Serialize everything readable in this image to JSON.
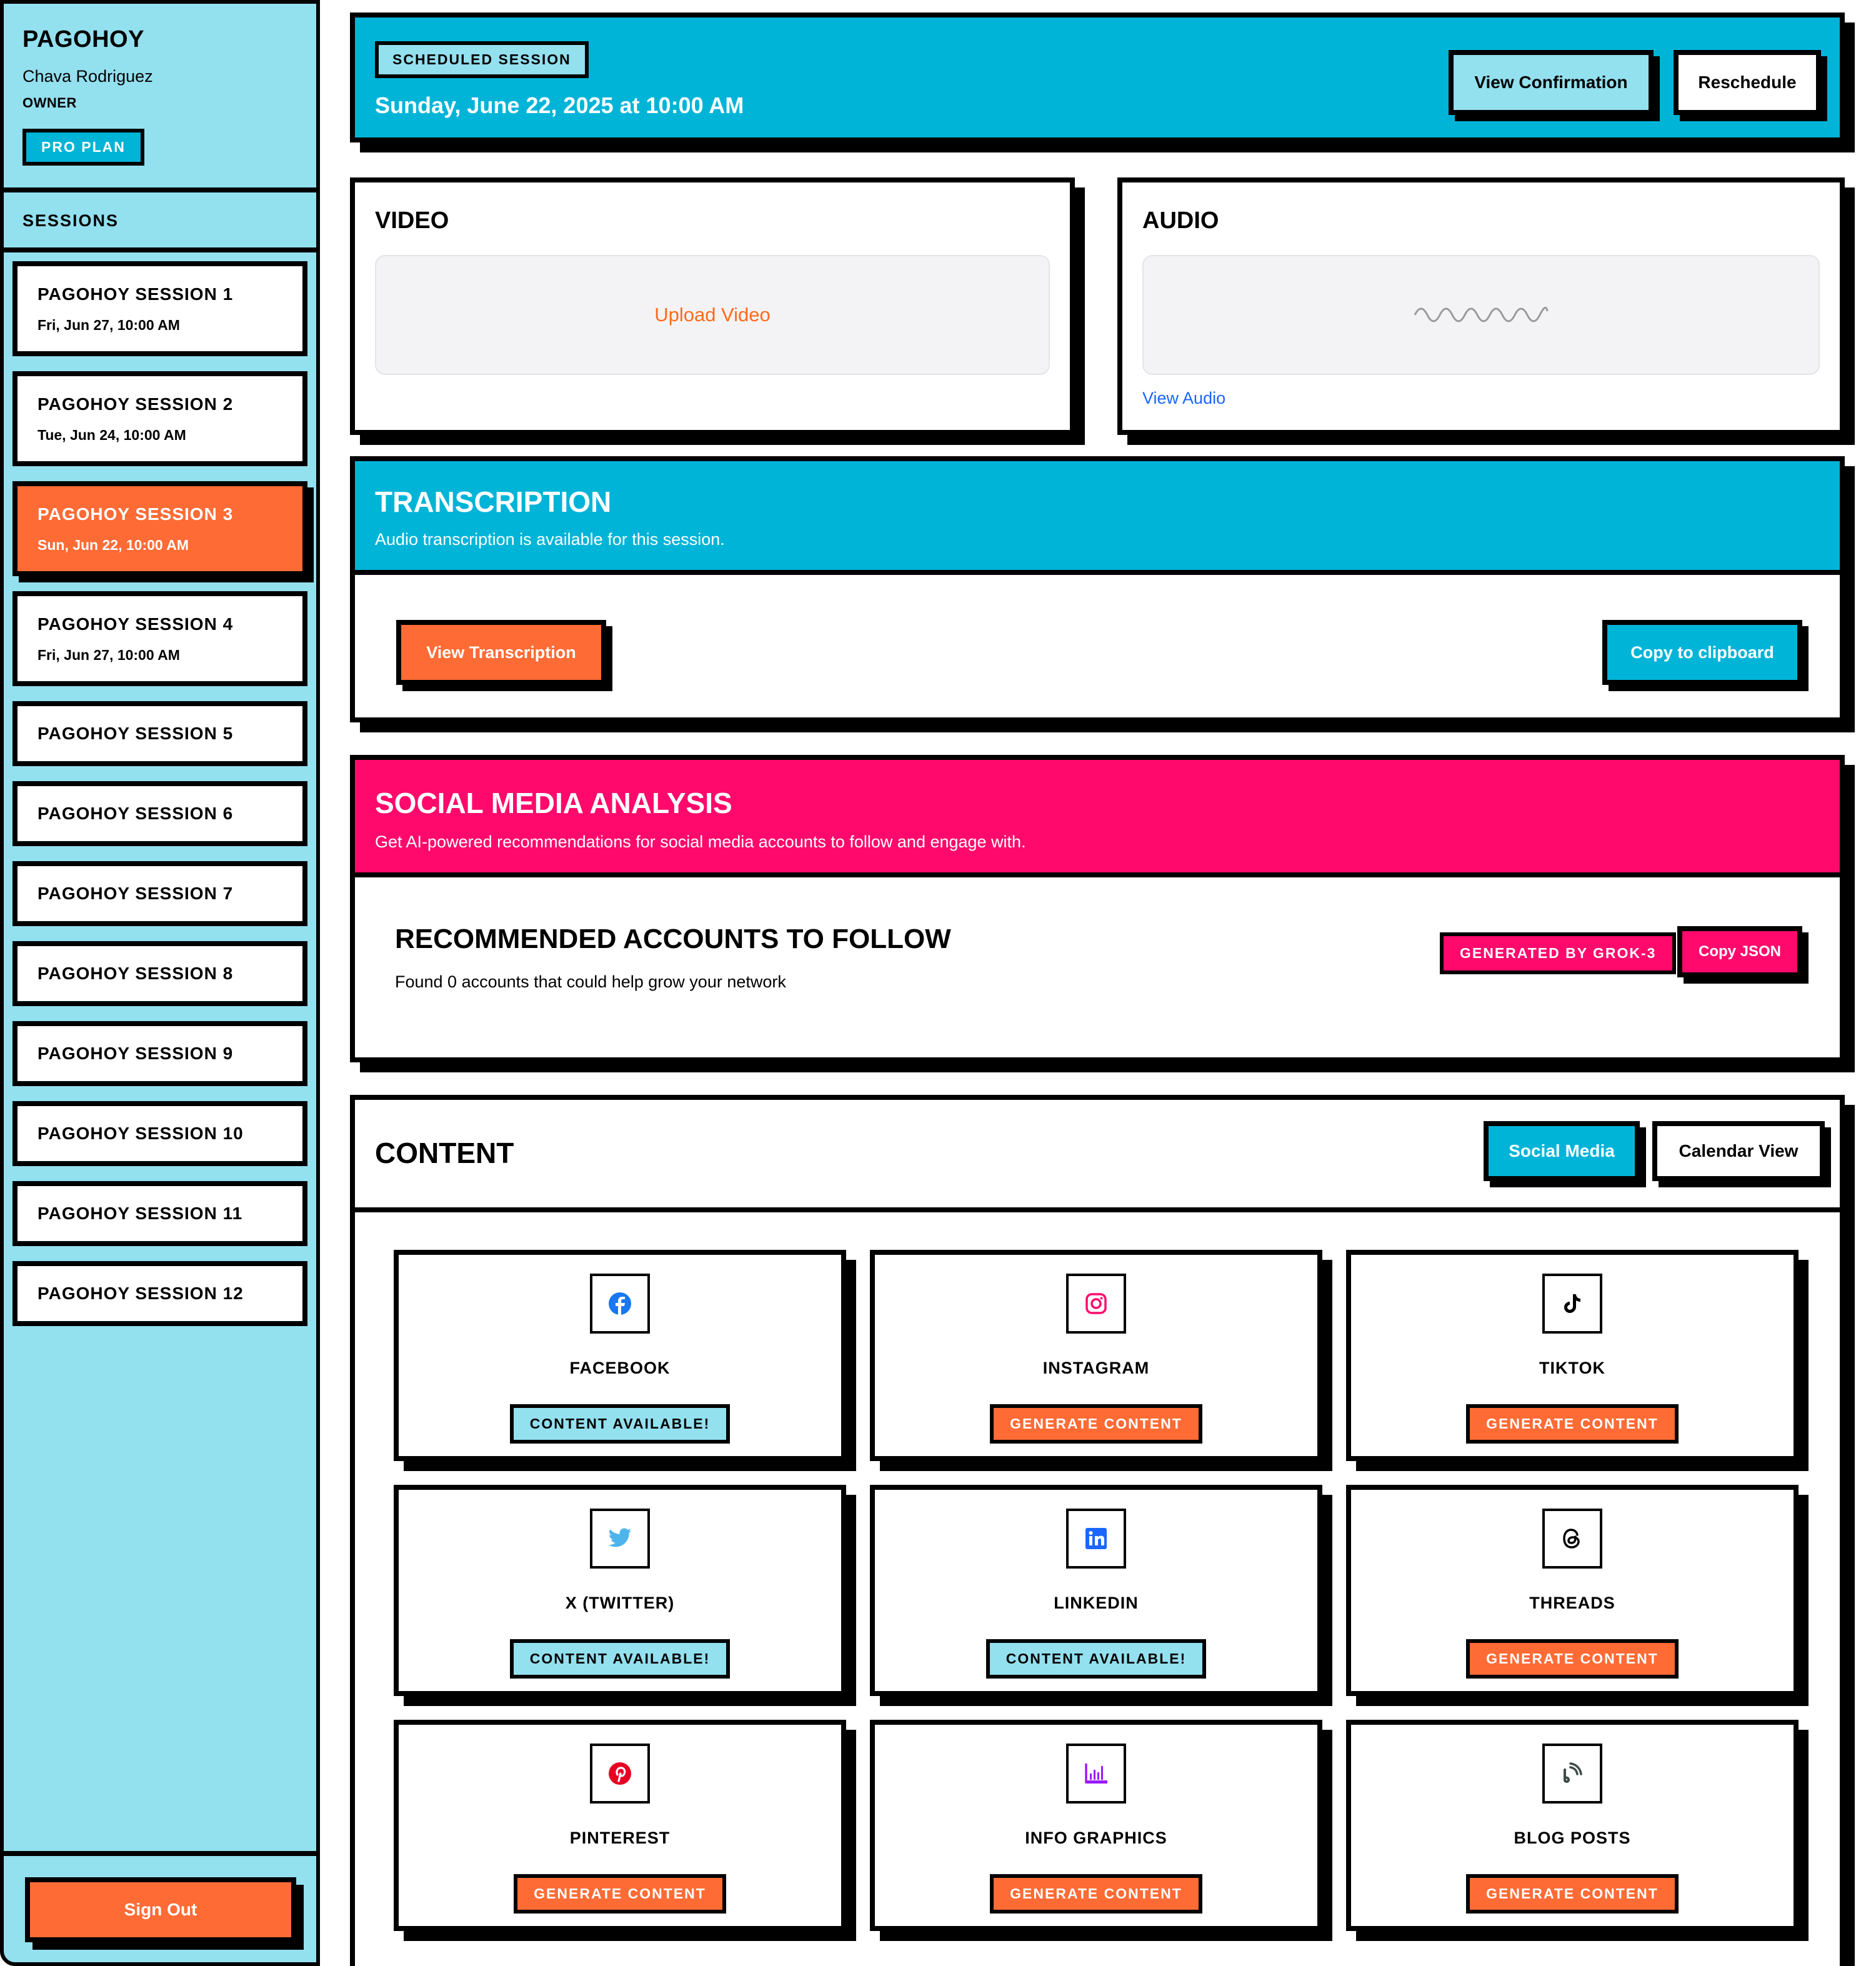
{
  "sidebar": {
    "brand": "PAGOHOY",
    "user_name": "Chava Rodriguez",
    "role": "OWNER",
    "plan": "PRO PLAN",
    "sessions_title": "SESSIONS",
    "sessions": [
      {
        "title": "PAGOHOY SESSION 1",
        "date": "Fri, Jun 27, 10:00 AM"
      },
      {
        "title": "PAGOHOY SESSION 2",
        "date": "Tue, Jun 24, 10:00 AM"
      },
      {
        "title": "PAGOHOY SESSION 3",
        "date": "Sun, Jun 22, 10:00 AM",
        "active": true
      },
      {
        "title": "PAGOHOY SESSION 4",
        "date": "Fri, Jun 27, 10:00 AM"
      },
      {
        "title": "PAGOHOY SESSION 5"
      },
      {
        "title": "PAGOHOY SESSION 6"
      },
      {
        "title": "PAGOHOY SESSION 7"
      },
      {
        "title": "PAGOHOY SESSION 8"
      },
      {
        "title": "PAGOHOY SESSION 9"
      },
      {
        "title": "PAGOHOY SESSION 10"
      },
      {
        "title": "PAGOHOY SESSION 11"
      },
      {
        "title": "PAGOHOY SESSION 12"
      }
    ],
    "sign_out": "Sign Out"
  },
  "header": {
    "badge": "SCHEDULED SESSION",
    "date": "Sunday, June 22, 2025 at 10:00 AM",
    "view_confirmation": "View Confirmation",
    "reschedule": "Reschedule"
  },
  "video": {
    "title": "VIDEO",
    "upload_label": "Upload Video"
  },
  "audio": {
    "title": "AUDIO",
    "waveform_icon": "waveform-icon",
    "view_audio": "View Audio"
  },
  "transcription": {
    "title": "TRANSCRIPTION",
    "subtitle": "Audio transcription is available for this session.",
    "view_button": "View Transcription",
    "copy_button": "Copy to clipboard"
  },
  "social_analysis": {
    "title": "SOCIAL MEDIA ANALYSIS",
    "subtitle": "Get AI-powered recommendations for social media accounts to follow and engage with.",
    "rec_title": "RECOMMENDED ACCOUNTS TO FOLLOW",
    "rec_subtitle": "Found 0 accounts that could help grow your network",
    "generated_badge": "GENERATED BY GROK-3",
    "copy_json": "Copy JSON"
  },
  "content": {
    "title": "CONTENT",
    "tabs": [
      {
        "label": "Social Media",
        "active": true
      },
      {
        "label": "Calendar View",
        "active": false
      }
    ],
    "platforms": [
      {
        "name": "FACEBOOK",
        "icon": "facebook-icon",
        "status": "CONTENT AVAILABLE!",
        "available": true
      },
      {
        "name": "INSTAGRAM",
        "icon": "instagram-icon",
        "status": "GENERATE CONTENT",
        "available": false
      },
      {
        "name": "TIKTOK",
        "icon": "tiktok-icon",
        "status": "GENERATE CONTENT",
        "available": false
      },
      {
        "name": "X (TWITTER)",
        "icon": "twitter-icon",
        "status": "CONTENT AVAILABLE!",
        "available": true
      },
      {
        "name": "LINKEDIN",
        "icon": "linkedin-icon",
        "status": "CONTENT AVAILABLE!",
        "available": true
      },
      {
        "name": "THREADS",
        "icon": "threads-icon",
        "status": "GENERATE CONTENT",
        "available": false
      },
      {
        "name": "PINTEREST",
        "icon": "pinterest-icon",
        "status": "GENERATE CONTENT",
        "available": false
      },
      {
        "name": "INFO GRAPHICS",
        "icon": "chart-icon",
        "status": "GENERATE CONTENT",
        "available": false
      },
      {
        "name": "BLOG POSTS",
        "icon": "blog-icon",
        "status": "GENERATE CONTENT",
        "available": false
      }
    ]
  },
  "colors": {
    "sidebar_bg": "#93e0ef",
    "primary_blue": "#00b4d8",
    "accent_orange": "#ff6b35",
    "accent_pink": "#ff0a6c",
    "link_blue": "#1a66ff",
    "border": "#000000"
  }
}
